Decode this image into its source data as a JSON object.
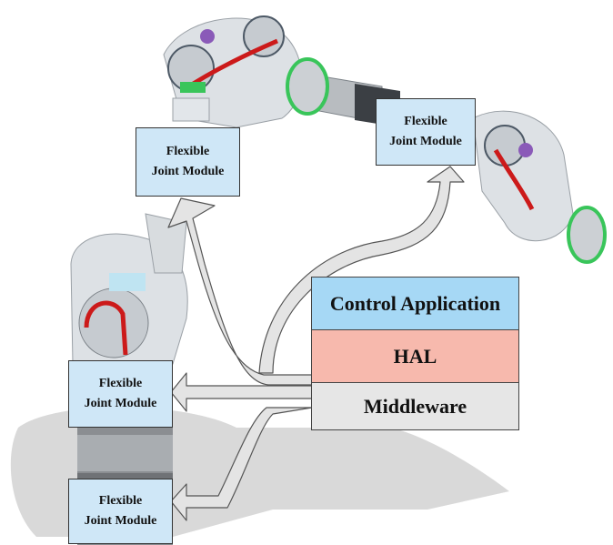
{
  "joint_modules": [
    {
      "line1": "Flexible",
      "line2": "Joint Module"
    },
    {
      "line1": "Flexible",
      "line2": "Joint Module"
    },
    {
      "line1": "Flexible",
      "line2": "Joint Module"
    },
    {
      "line1": "Flexible",
      "line2": "Joint Module"
    }
  ],
  "software_stack": {
    "control_application": "Control Application",
    "hal": "HAL",
    "middleware": "Middleware"
  },
  "colors": {
    "joint_module_fill": "#cfe7f7",
    "control_application_fill": "#a6d8f5",
    "hal_fill": "#f7b9ad",
    "middleware_fill": "#e6e6e6",
    "arrow_fill": "#e4e4e4",
    "robot_body": "#d6dade",
    "robot_accent_red": "#cc1a1a",
    "robot_accent_green": "#39c55a"
  }
}
